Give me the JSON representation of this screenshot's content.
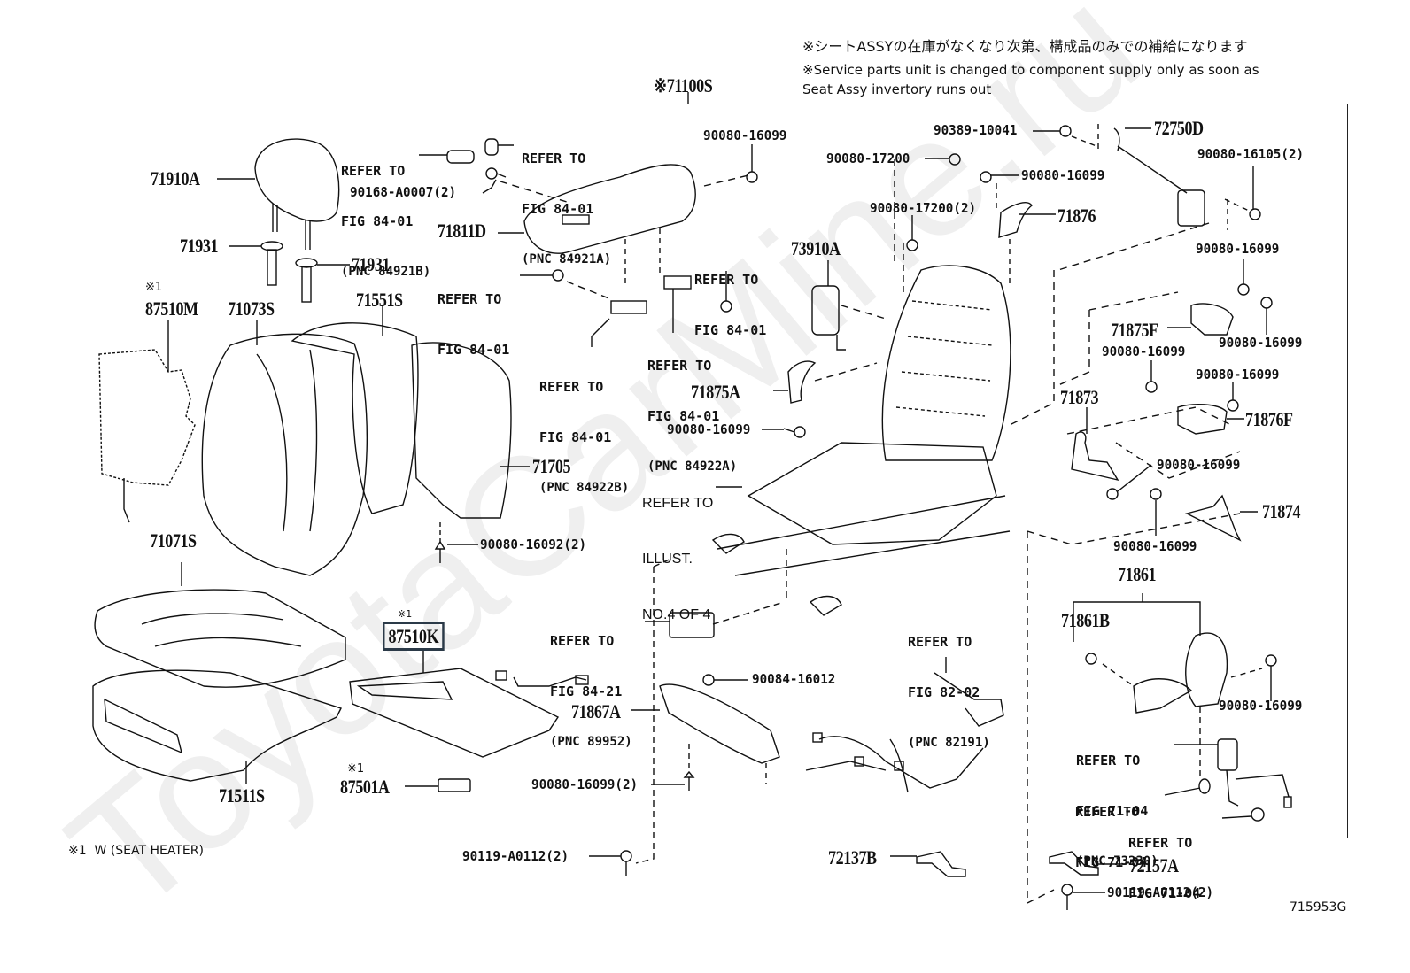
{
  "diagram": {
    "figure_code": "715953G",
    "watermark": "ToyotaCarMine.ru",
    "header_notes": {
      "japanese": "※シートASSYの在庫がなくなり次第、構成品のみでの補給になります",
      "english_line1": "※Service parts unit is changed to component supply only as soon as",
      "english_line2": "Seat Assy invertory runs out"
    },
    "assembly_label": "※71100S",
    "footnote": "※1  W (SEAT HEATER)",
    "highlighted_part": "87510K",
    "parts": {
      "p71910A": "71910A",
      "p71931_a": "71931",
      "p71931_b": "71931",
      "p87510M_mark": "※1",
      "p87510M": "87510M",
      "p71073S": "71073S",
      "p71551S": "71551S",
      "p71811D": "71811D",
      "p71705": "71705",
      "p71071S": "71071S",
      "p71511S": "71511S",
      "p87510K_mark": "※1",
      "p87510K": "87510K",
      "p87501A_mark": "※1",
      "p87501A": "87501A",
      "p73910A": "73910A",
      "p72750D": "72750D",
      "p71876": "71876",
      "p71875F": "71875F",
      "p71875A": "71875A",
      "p71873": "71873",
      "p71876F": "71876F",
      "p71874": "71874",
      "p71861": "71861",
      "p71861B": "71861B",
      "p71867A": "71867A",
      "p72137B": "72137B",
      "p72157A": "72157A"
    },
    "hardware": {
      "h90080_16099_top": "90080-16099",
      "h90168_A0007": "90168-A0007(2)",
      "h90389_10041": "90389-10041",
      "h90080_17200": "90080-17200",
      "h90080_16099_mid": "90080-16099",
      "h90080_17200_2": "90080-17200(2)",
      "h90080_16105_2": "90080-16105(2)",
      "h90080_16099_r1": "90080-16099",
      "h90080_16099_r2": "90080-16099",
      "h90080_16099_r3": "90080-16099",
      "h90080_16099_r4": "90080-16099",
      "h90080_16099_71875A": "90080-16099",
      "h90080_16099_r5": "90080-16099",
      "h90080_16099_r6": "90080-16099",
      "h90080_16092_2": "90080-16092(2)",
      "h90084_16012": "90084-16012",
      "h90080_16099_2_bottom": "90080-16099(2)",
      "h90080_16099_71861": "90080-16099",
      "h90119_A0112_left": "90119-A0112(2)",
      "h90119_A0112_right": "90119-A0112(2)"
    },
    "references": {
      "ref_84921B": {
        "line1": "REFER TO",
        "line2": "FIG 84-01",
        "line3": "(PNC 84921B)"
      },
      "ref_84921A": {
        "line1": "REFER TO",
        "line2": "FIG 84-01",
        "line3": "(PNC 84921A)"
      },
      "ref_screw_left": {
        "line1": "REFER TO",
        "line2": "FIG 84-01"
      },
      "ref_screw_right": {
        "line1": "REFER TO",
        "line2": "FIG 84-01"
      },
      "ref_84922B": {
        "line1": "REFER TO",
        "line2": "FIG 84-01",
        "line3": "(PNC 84922B)"
      },
      "ref_84922A": {
        "line1": "REFER TO",
        "line2": "FIG 84-01",
        "line3": "(PNC 84922A)"
      },
      "ref_illust": {
        "line1": "REFER TO",
        "line2": "ILLUST.",
        "line3": "NO.4 OF 4"
      },
      "ref_89952": {
        "line1": "REFER TO",
        "line2": "FIG 84-21",
        "line3": "(PNC 89952)"
      },
      "ref_82191": {
        "line1": "REFER TO",
        "line2": "FIG 82-02",
        "line3": "(PNC 82191)"
      },
      "ref_73230": {
        "line1": "REFER TO",
        "line2": "FIG 71-04",
        "line3": "(PNC 73230)"
      },
      "ref_7104_b": {
        "line1": "REFER TO",
        "line2": "FIG 71-04"
      },
      "ref_7104_c": {
        "line1": "REFER TO",
        "line2": "FIG 71-04"
      }
    },
    "colors": {
      "line": "#111111",
      "highlight_border": "#2b3a48",
      "watermark": "#ececec"
    }
  }
}
